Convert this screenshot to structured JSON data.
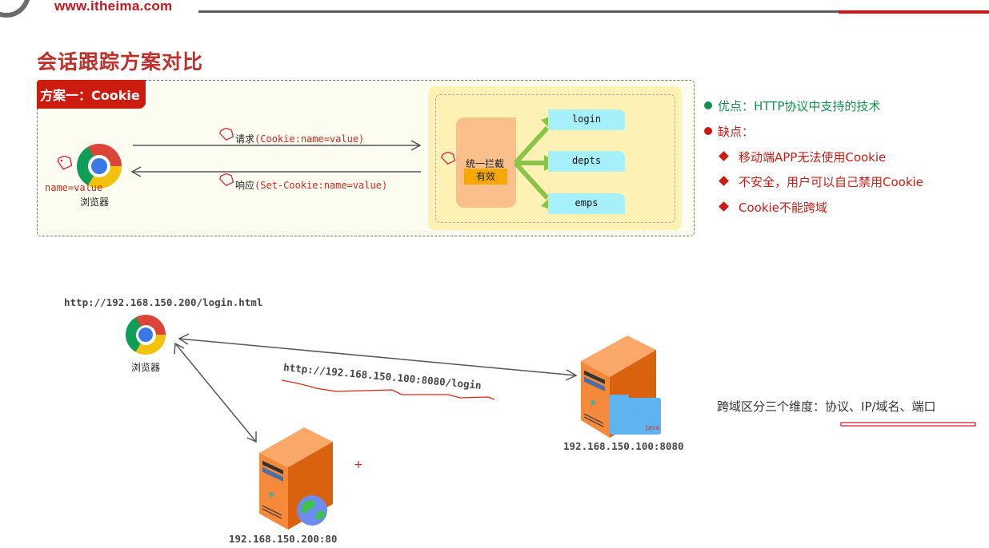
{
  "header": {
    "logo_url": "www.itheima.com",
    "colors": {
      "brand_red": "#d0141a",
      "rule_gray": "#5a5a5a"
    }
  },
  "page_title": "会话跟踪方案对比",
  "cookie_panel": {
    "tag": "方案一：Cookie",
    "browser": {
      "cookie_value": "name=value",
      "label": "浏览器",
      "icon": "chrome-icon"
    },
    "request_label_cn": "请求",
    "request_label_code": "(Cookie:name=value)",
    "response_label_cn": "响应",
    "response_label_code": "(Set-Cookie:name=value)",
    "interceptor": {
      "label": "统一拦截",
      "status": "有效"
    },
    "endpoints": [
      "login",
      "depts",
      "emps"
    ]
  },
  "pros_cons": {
    "pro": "优点：HTTP协议中支持的技术",
    "con_heading": "缺点：",
    "cons": [
      "移动端APP无法使用Cookie",
      "不安全，用户可以自己禁用Cookie",
      "Cookie不能跨域"
    ]
  },
  "cross_domain": {
    "browser_url": "http://192.168.150.200/login.html",
    "browser_label": "浏览器",
    "request_url": "http://192.168.150.100:8080/login",
    "java_server": {
      "address": "192.168.150.100:8080",
      "badge": "Java"
    },
    "web_server": {
      "address": "192.168.150.200:80"
    },
    "note_prefix": "跨域区分三个维度：",
    "note_dimensions": "协议、IP/域名、端口",
    "cursor_mark": "+"
  }
}
